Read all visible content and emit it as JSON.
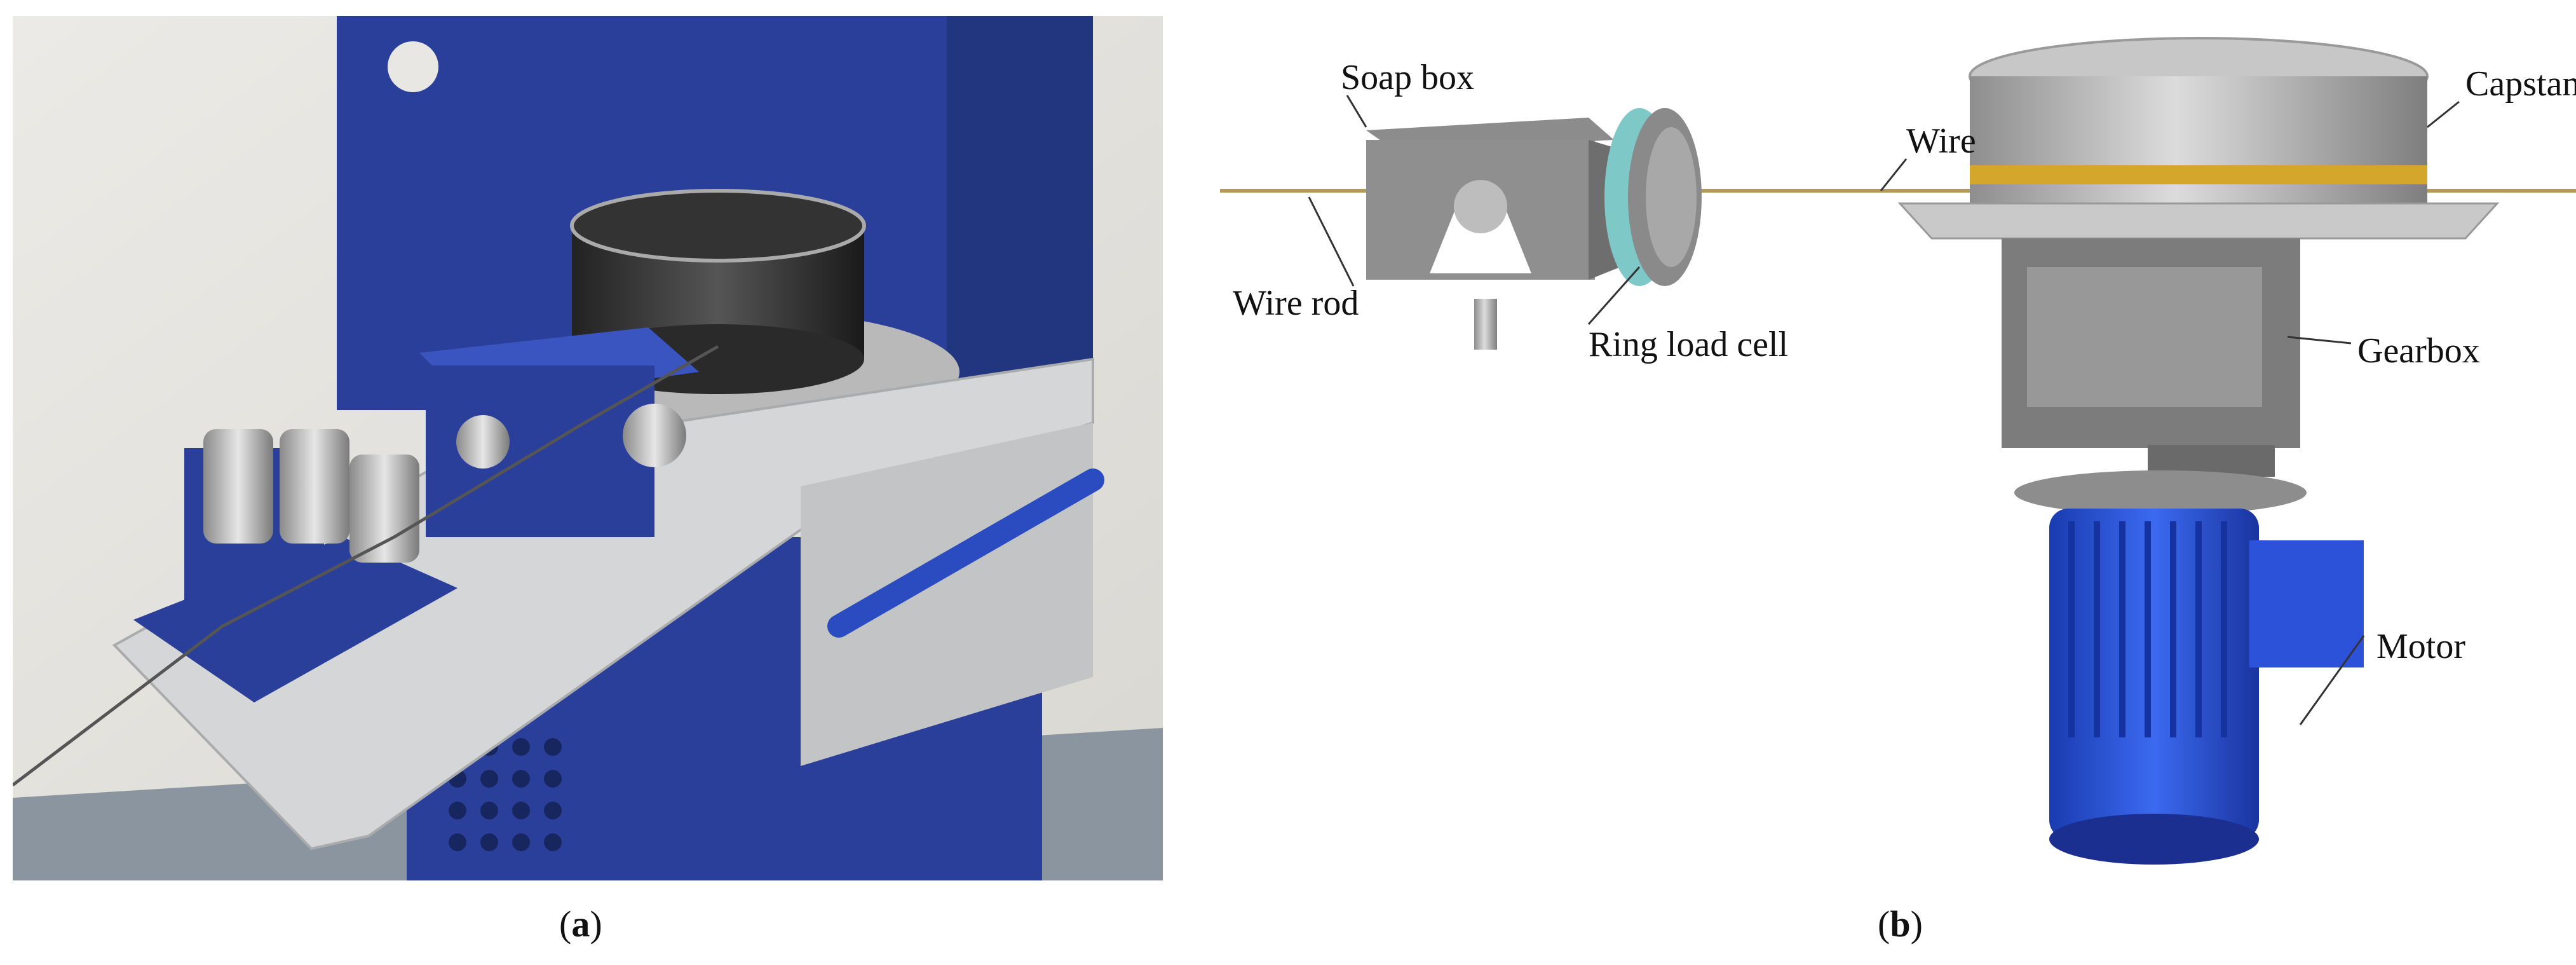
{
  "panel_a": {
    "caption_open": "(",
    "caption_letter": "a",
    "caption_close": ")"
  },
  "panel_b": {
    "caption_open": "(",
    "caption_letter": "b",
    "caption_close": ")",
    "labels": {
      "soap_box": "Soap box",
      "wire": "Wire",
      "capstan": "Capstan",
      "wire_rod": "Wire rod",
      "ring_load_cell": "Ring load cell",
      "gearbox": "Gearbox",
      "motor": "Motor"
    }
  },
  "colors": {
    "machine_blue": "#2a3f9a",
    "motor_blue": "#2a55d6",
    "steel_grey": "#9a9a9a",
    "light_grey": "#d4d6d8",
    "load_cell_teal": "#7fc8c8",
    "wire_gold": "#c8a02a"
  }
}
